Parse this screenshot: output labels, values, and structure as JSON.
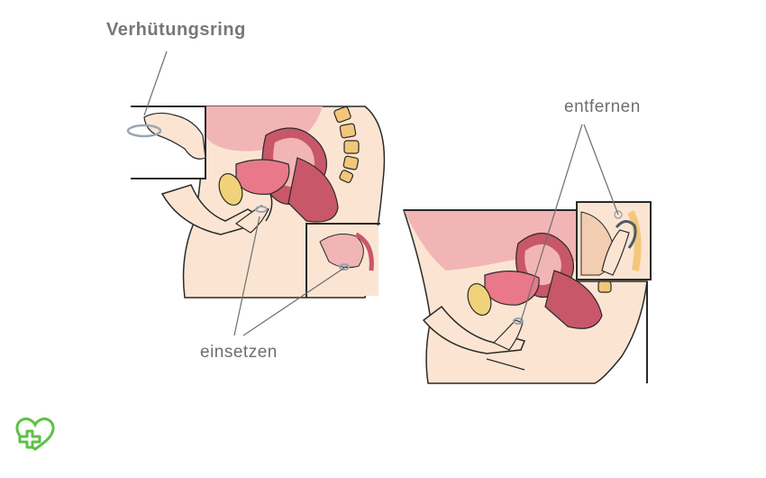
{
  "labels": {
    "ring": "Verhütungsring",
    "insert": "einsetzen",
    "remove": "entfernen"
  },
  "colors": {
    "skin": "#fbe5d2",
    "skin_shade": "#f3cdb2",
    "outline": "#2a2a2a",
    "organ_pink": "#f2b5b5",
    "organ_red": "#c8576a",
    "uterus": "#e8788a",
    "bone": "#f3c77a",
    "ovary": "#f0d27a",
    "ring": "#9aa6b2",
    "logo_green": "#5cc244"
  },
  "icons": {
    "logo": "heart-cross-logo"
  }
}
